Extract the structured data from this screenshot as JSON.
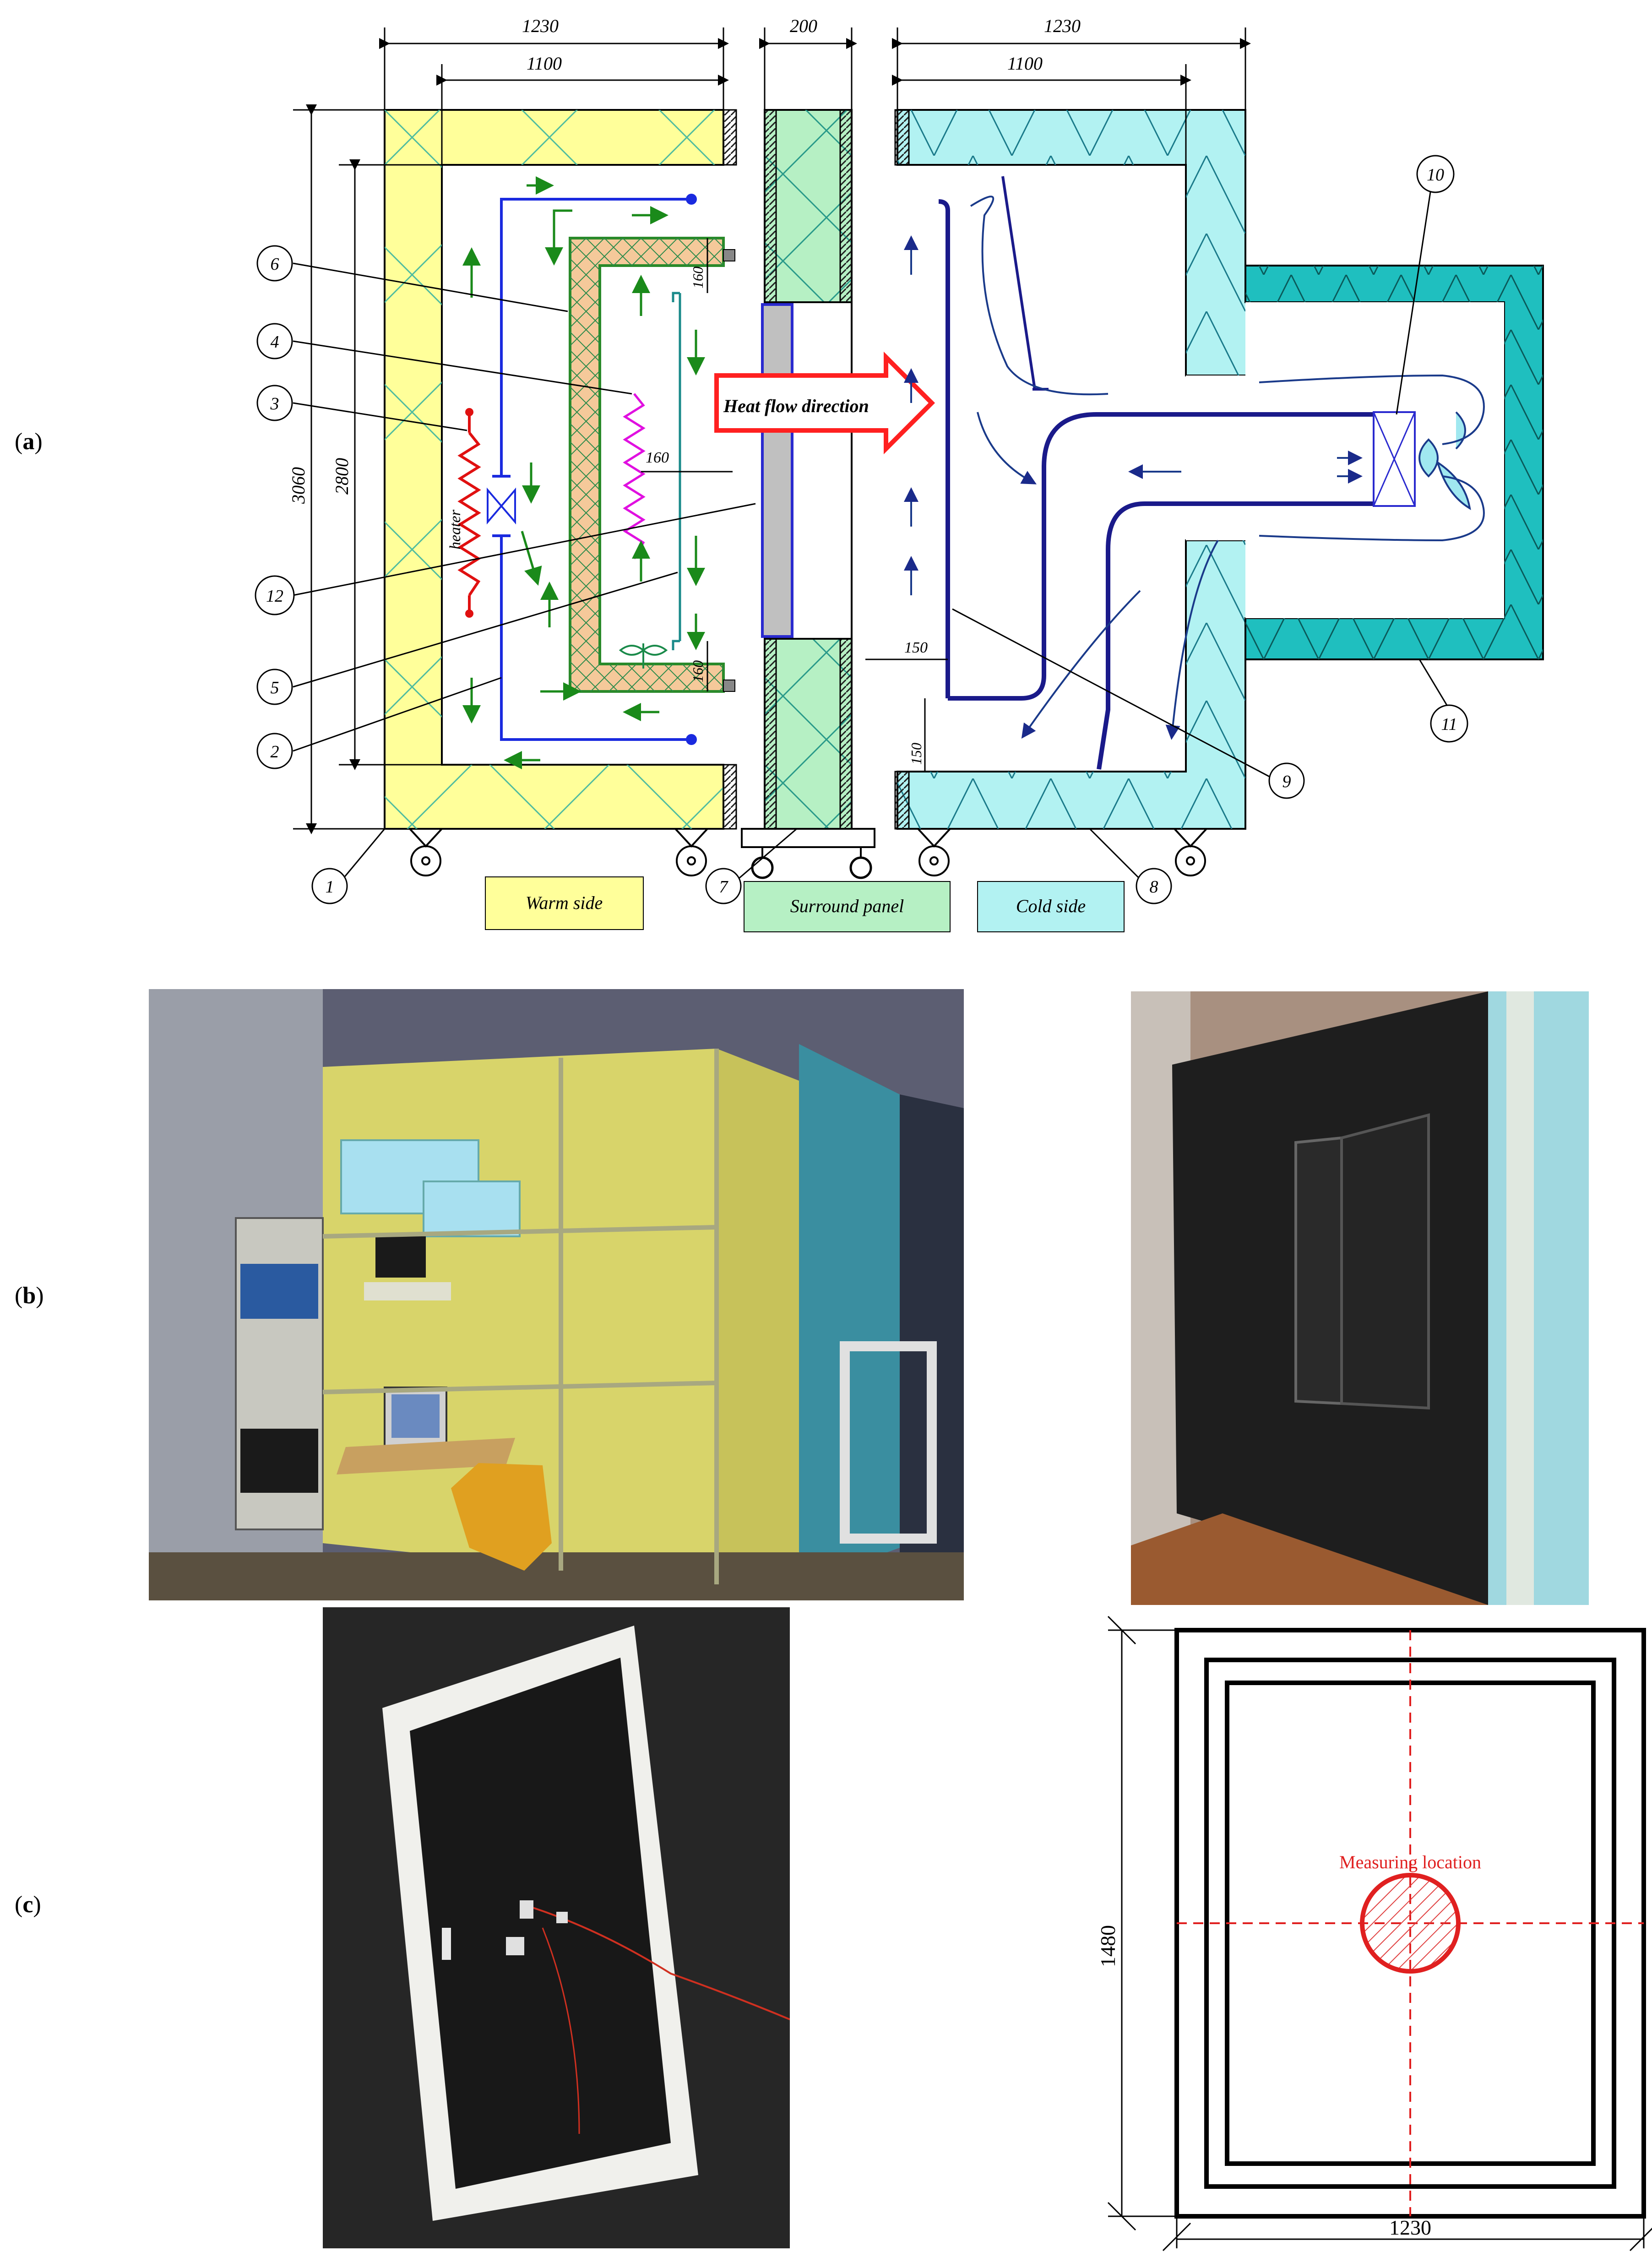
{
  "panel_labels": [
    "a",
    "b",
    "c"
  ],
  "diagram": {
    "dims_top": {
      "left_outer": "1230",
      "left_inner": "1100",
      "middle": "200",
      "right_outer": "1230",
      "right_inner": "1100"
    },
    "dims_side": {
      "outer": "3060",
      "inner": "2800"
    },
    "dims_inner": {
      "top_gap": "160",
      "mid_gap": "160",
      "bottom_gap": "160",
      "right_gap_h": "150",
      "right_gap_v": "150"
    },
    "heater_label": "heater",
    "heat_flow_label": "Heat flow direction",
    "callouts": [
      "1",
      "2",
      "3",
      "4",
      "5",
      "6",
      "7",
      "8",
      "9",
      "10",
      "11",
      "12"
    ],
    "legend": {
      "warm": "Warm side",
      "surround": "Surround panel",
      "cold": "Cold side"
    },
    "colors": {
      "warm": "#ffff9a",
      "surround": "#b6f0c4",
      "cold": "#b2f2f2",
      "fan_box": "#1fbfbf",
      "heat_arrow": "#ff2020"
    }
  },
  "drawing": {
    "measuring_label": "Measuring location",
    "dim_height": "1480",
    "dim_width": "1230"
  }
}
